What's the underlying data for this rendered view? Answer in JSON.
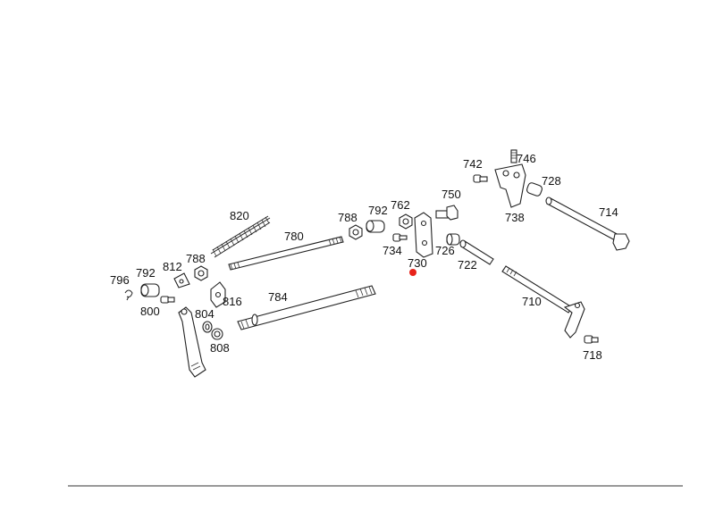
{
  "diagram": {
    "highlight_color": "#e8231b",
    "line_color": "#222222",
    "labels": {
      "p710": "710",
      "p714": "714",
      "p718": "718",
      "p722": "722",
      "p726": "726",
      "p728": "728",
      "p730": "730",
      "p734": "734",
      "p738": "738",
      "p742": "742",
      "p746": "746",
      "p750": "750",
      "p762": "762",
      "p780": "780",
      "p784": "784",
      "p788a": "788",
      "p788b": "788",
      "p792a": "792",
      "p792b": "792",
      "p796": "796",
      "p800": "800",
      "p804": "804",
      "p808": "808",
      "p812": "812",
      "p816": "816",
      "p820": "820"
    }
  }
}
